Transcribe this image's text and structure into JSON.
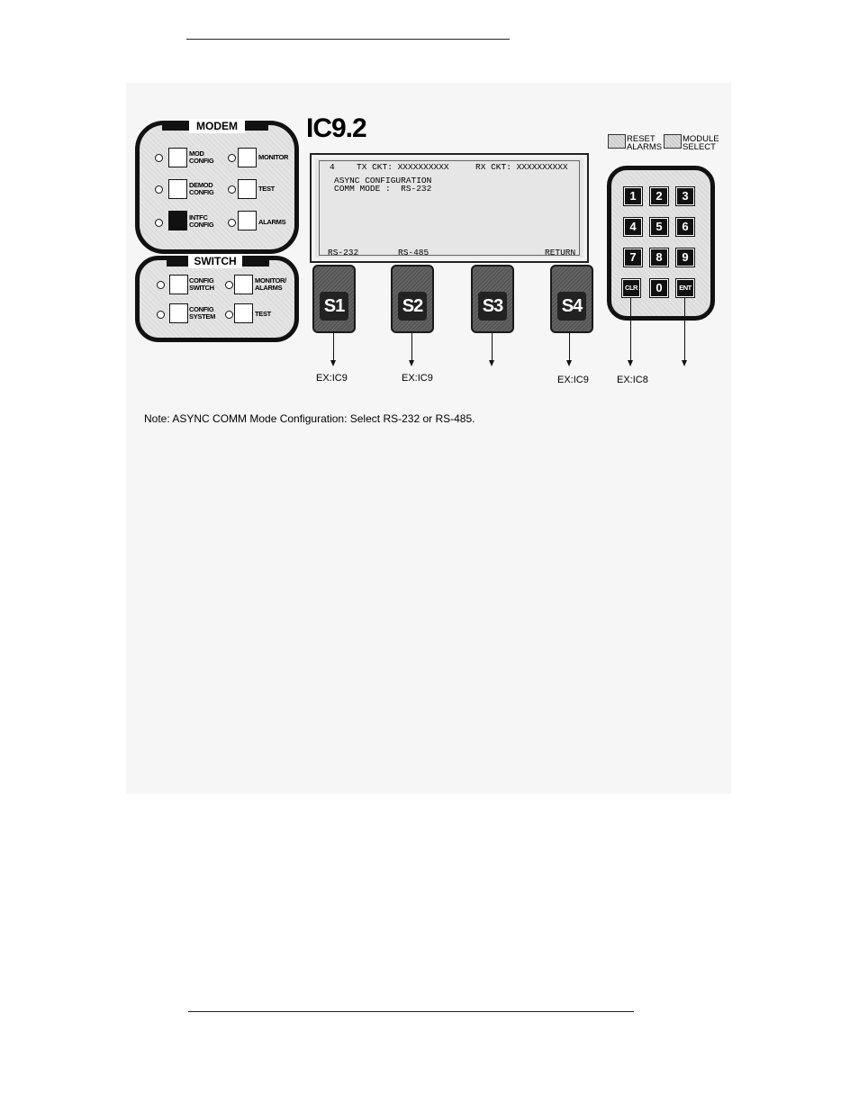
{
  "title": "IC9.2",
  "modem_panel": {
    "header": "MODEM",
    "keys": [
      {
        "label_line1": "MOD",
        "label_line2": "CONFIG",
        "filled": false
      },
      {
        "label_line1": "MONITOR",
        "label_line2": "",
        "filled": false
      },
      {
        "label_line1": "DEMOD",
        "label_line2": "CONFIG",
        "filled": false
      },
      {
        "label_line1": "TEST",
        "label_line2": "",
        "filled": false
      },
      {
        "label_line1": "INTFC",
        "label_line2": "CONFIG",
        "filled": true
      },
      {
        "label_line1": "ALARMS",
        "label_line2": "",
        "filled": false
      }
    ]
  },
  "switch_panel": {
    "header": "SWITCH",
    "keys": [
      {
        "label_line1": "CONFIG",
        "label_line2": "SWITCH"
      },
      {
        "label_line1": "MONITOR/",
        "label_line2": "ALARMS"
      },
      {
        "label_line1": "CONFIG",
        "label_line2": "SYSTEM"
      },
      {
        "label_line1": "TEST",
        "label_line2": ""
      }
    ]
  },
  "lcd": {
    "line1_num": "4",
    "line1_tx": "TX CKT: XXXXXXXXXX",
    "line1_rx": "RX CKT: XXXXXXXXXX",
    "line2": "ASYNC CONFIGURATION",
    "line3": "COMM MODE :  RS-232",
    "soft1": "RS-232",
    "soft2": "RS-485",
    "soft4": "RETURN"
  },
  "softkeys": [
    "S1",
    "S2",
    "S3",
    "S4"
  ],
  "legend": {
    "reset_line1": "RESET",
    "reset_line2": "ALARMS",
    "module_line1": "MODULE",
    "module_line2": "SELECT"
  },
  "keypad": {
    "keys": [
      "1",
      "2",
      "3",
      "4",
      "5",
      "6",
      "7",
      "8",
      "9",
      "CLR",
      "0",
      "ENT"
    ]
  },
  "references": {
    "s1": "EX:IC9",
    "s2": "EX:IC9",
    "s4": "EX:IC9",
    "clr": "EX:IC8"
  },
  "note": "Note: ASYNC COMM Mode Configuration:  Select RS-232 or RS-485."
}
